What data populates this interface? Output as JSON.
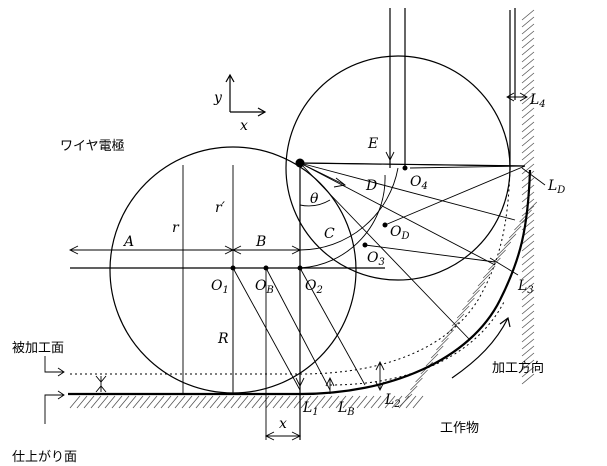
{
  "axes": {
    "y": "y",
    "x": "x"
  },
  "labels": {
    "wire_electrode": "ワイヤ電極",
    "work_surface": "被加工面",
    "finished_surface": "仕上がり面",
    "machining_direction": "加工方向",
    "workpiece": "工作物"
  },
  "symbols": {
    "A": "A",
    "B": "B",
    "C": "C",
    "D": "D",
    "E": "E",
    "r": "r",
    "r_prime": "r′",
    "R": "R",
    "theta": "θ",
    "x": "x",
    "O": "O",
    "sub_1": "1",
    "sub_B": "B",
    "sub_2": "2",
    "sub_3": "3",
    "sub_4": "4",
    "sub_D": "D",
    "L": "L"
  }
}
